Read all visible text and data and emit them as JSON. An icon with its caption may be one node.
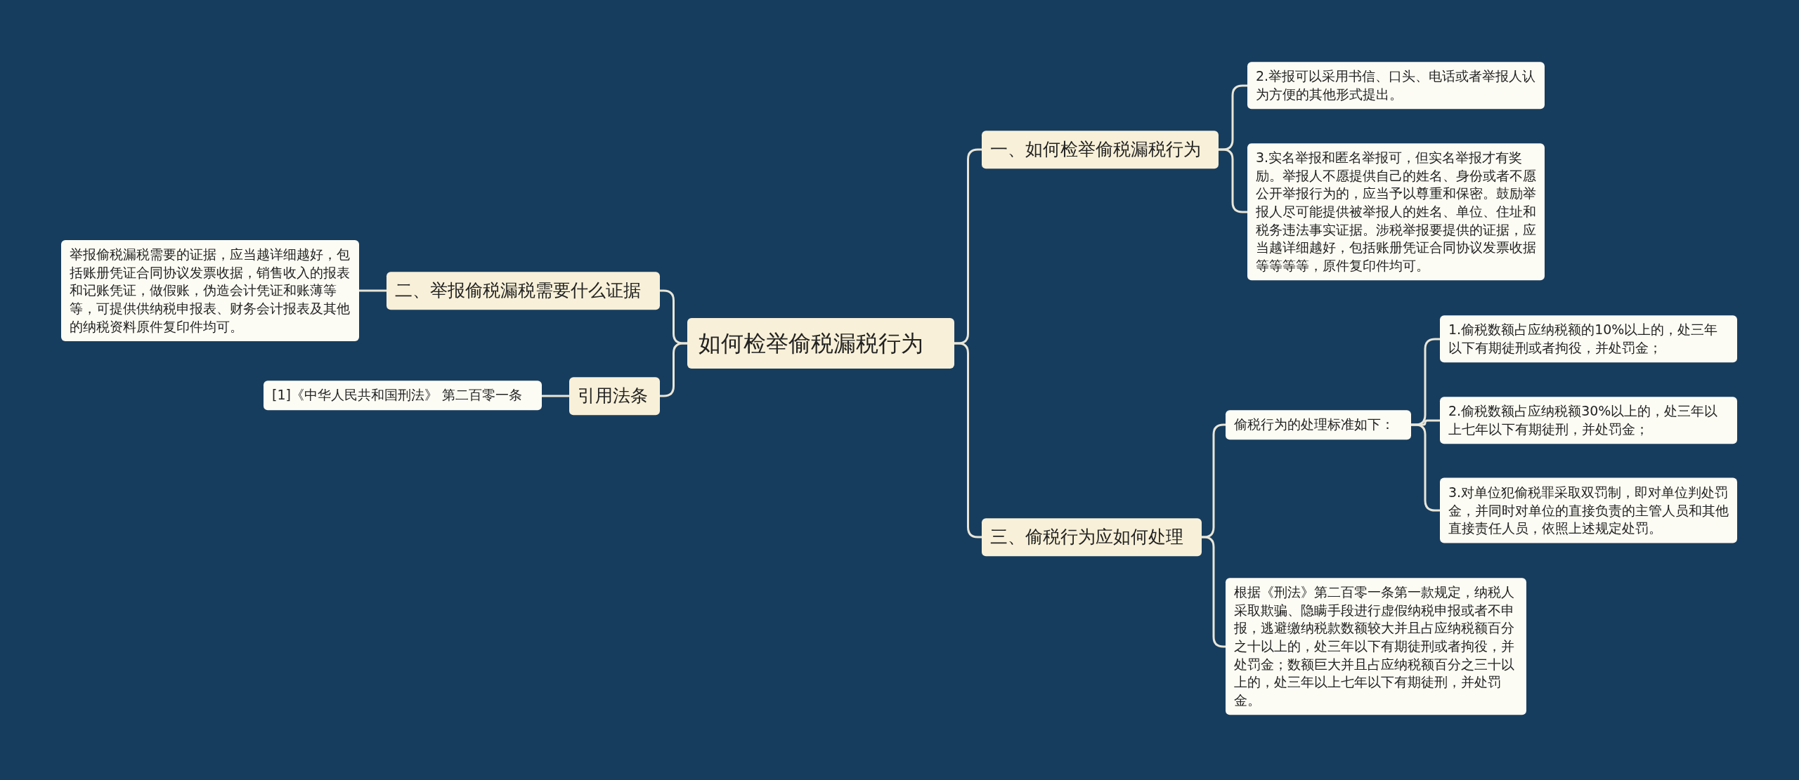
{
  "diagram": {
    "nodes": [
      {
        "text": [
          "如何检举偷税漏税行为"
        ]
      },
      {
        "text": [
          "一、如何检举偷税漏税行为"
        ]
      },
      {
        "text": [
          "2.举报可以采用书信、口头、电话或者举报人认为方便的其他形式提出。"
        ]
      },
      {
        "text": [
          "3.实名举报和匿名举报可，但实名举报才有奖励。举报人不愿提供自己的姓名、身份或者不愿公开举报行为的，应当予以尊重和保密。鼓励举报人尽可能提供被举报人的姓名、单位、住址和税务违法事实证据。涉税举报要提供的证据，应当越详细越好，包括账册凭证合同协议发票收据等等等等，原件复印件均可。"
        ]
      },
      {
        "text": [
          "二、举报偷税漏税需要什么证据"
        ]
      },
      {
        "text": [
          "举报偷税漏税需要的证据，应当越详细越好，包括账册凭证合同协议发票收据，销售收入的报表和记账凭证，做假账，伪造会计凭证和账薄等等，可提供供纳税申报表、财务会计报表及其他的纳税资料原件复印件均可。"
        ]
      },
      {
        "text": [
          "引用法条"
        ]
      },
      {
        "text": [
          "[1]《中华人民共和国刑法》 第二百零一条"
        ]
      },
      {
        "text": [
          "三、偷税行为应如何处理"
        ]
      },
      {
        "text": [
          "偷税行为的处理标准如下："
        ]
      },
      {
        "text": [
          "1.偷税数额占应纳税额的10%以上的，处三年以下有期徒刑或者拘役，并处罚金；"
        ]
      },
      {
        "text": [
          "2.偷税数额占应纳税额30%以上的，处三年以上七年以下有期徒刑，并处罚金；"
        ]
      },
      {
        "text": [
          "3.对单位犯偷税罪采取双罚制，即对单位判处罚金，并同时对单位的直接负责的主管人员和其他直接责任人员，依照上述规定处罚。"
        ]
      },
      {
        "text": [
          "根据《刑法》第二百零一条第一款规定，纳税人采取欺骗、隐瞒手段进行虚假纳税申报或者不申报，逃避缴纳税款数额较大并且占应纳税额百分之十以上的，处三年以下有期徒刑或者拘役，并处罚金；数额巨大并且占应纳税额百分之三十以上的，处三年以上七年以下有期徒刑，并处罚金。"
        ]
      }
    ],
    "edges": [
      {
        "from": 0,
        "to": 1,
        "arrow": "none"
      },
      {
        "from": 1,
        "to": 2,
        "arrow": "none"
      },
      {
        "from": 1,
        "to": 3,
        "arrow": "none"
      },
      {
        "from": 0,
        "to": 4,
        "arrow": "none"
      },
      {
        "from": 4,
        "to": 5,
        "arrow": "none"
      },
      {
        "from": 0,
        "to": 6,
        "arrow": "none"
      },
      {
        "from": 6,
        "to": 7,
        "arrow": "none"
      },
      {
        "from": 0,
        "to": 8,
        "arrow": "none"
      },
      {
        "from": 8,
        "to": 9,
        "arrow": "none"
      },
      {
        "from": 9,
        "to": 10,
        "arrow": "none"
      },
      {
        "from": 9,
        "to": 11,
        "arrow": "none"
      },
      {
        "from": 9,
        "to": 12,
        "arrow": "none"
      },
      {
        "from": 8,
        "to": 13,
        "arrow": "none"
      }
    ]
  }
}
